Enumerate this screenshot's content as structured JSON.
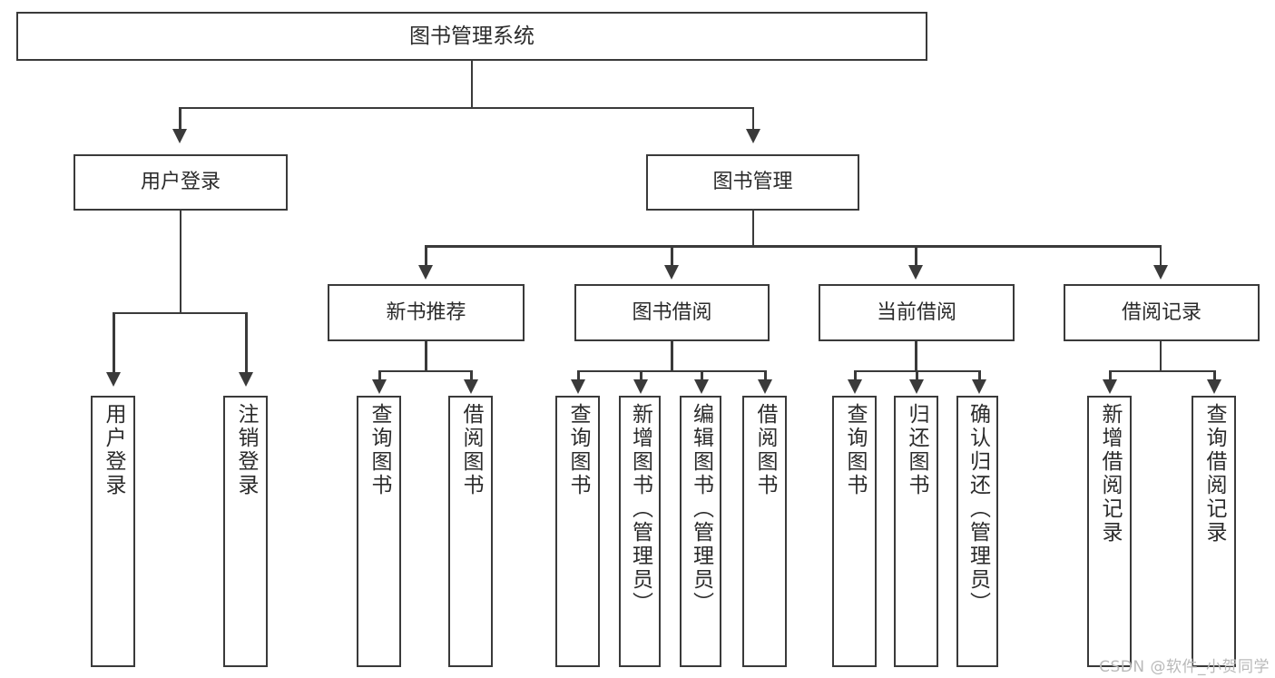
{
  "diagram": {
    "title": "图书管理系统",
    "watermark": "CSDN @软件_小贺同学",
    "line_color": "#3a3a3a",
    "text_color": "#2b2b2b",
    "background": "#ffffff",
    "watermark_color": "#b9b9b9"
  },
  "nodes": {
    "root": "图书管理系统",
    "level2": [
      "用户登录",
      "图书管理"
    ],
    "level3": [
      "新书推荐",
      "图书借阅",
      "当前借阅",
      "借阅记录"
    ],
    "leaves": [
      "用户登录",
      "注销登录",
      "查询图书",
      "借阅图书",
      "查询图书",
      "新增图书（管理员）",
      "编辑图书（管理员）",
      "借阅图书",
      "查询图书",
      "归还图书",
      "确认归还（管理员）",
      "新增借阅记录",
      "查询借阅记录"
    ]
  },
  "chart_data": {
    "type": "diagram",
    "title": "图书管理系统 功能结构图",
    "hierarchy": {
      "label": "图书管理系统",
      "children": [
        {
          "label": "用户登录",
          "children": [
            {
              "label": "用户登录"
            },
            {
              "label": "注销登录"
            }
          ]
        },
        {
          "label": "图书管理",
          "children": [
            {
              "label": "新书推荐",
              "children": [
                {
                  "label": "查询图书"
                },
                {
                  "label": "借阅图书"
                }
              ]
            },
            {
              "label": "图书借阅",
              "children": [
                {
                  "label": "查询图书"
                },
                {
                  "label": "新增图书（管理员）"
                },
                {
                  "label": "编辑图书（管理员）"
                },
                {
                  "label": "借阅图书"
                }
              ]
            },
            {
              "label": "当前借阅",
              "children": [
                {
                  "label": "查询图书"
                },
                {
                  "label": "归还图书"
                },
                {
                  "label": "确认归还（管理员）"
                }
              ]
            },
            {
              "label": "借阅记录",
              "children": [
                {
                  "label": "新增借阅记录"
                },
                {
                  "label": "查询借阅记录"
                }
              ]
            }
          ]
        }
      ]
    }
  }
}
